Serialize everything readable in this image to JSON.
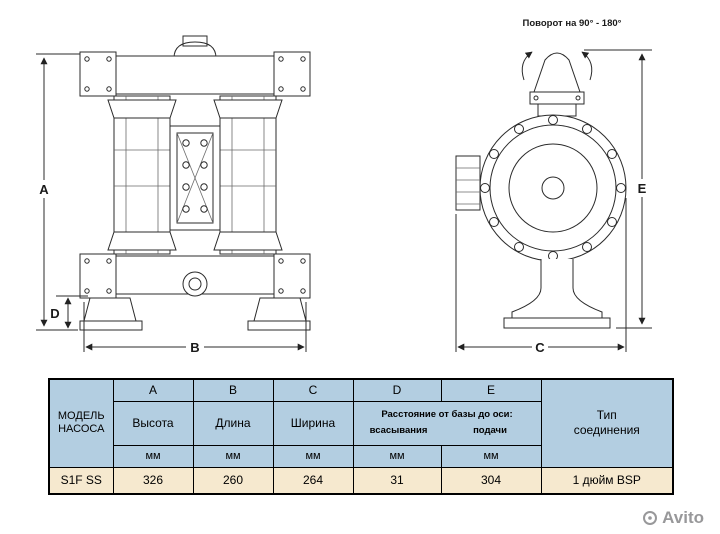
{
  "diagram": {
    "rotation_note": "Поворот на 90° - 180°",
    "dims": {
      "A": "A",
      "B": "B",
      "C": "C",
      "D": "D",
      "E": "E"
    }
  },
  "table": {
    "model_header": "МОДЕЛЬ НАСОСА",
    "type_header": "Тип соединения",
    "de_shared": "Расстояние от базы до оси:",
    "columns": [
      {
        "letter": "A",
        "desc": "Высота",
        "unit": "мм",
        "value": "326"
      },
      {
        "letter": "B",
        "desc": "Длина",
        "unit": "мм",
        "value": "260"
      },
      {
        "letter": "C",
        "desc": "Ширина",
        "unit": "мм",
        "value": "264"
      },
      {
        "letter": "D",
        "desc": "всасывания",
        "unit": "мм",
        "value": "31"
      },
      {
        "letter": "E",
        "desc": "подачи",
        "unit": "мм",
        "value": "304"
      }
    ],
    "row": {
      "model": "S1F SS",
      "type": "1 дюйм BSP"
    }
  },
  "watermark": {
    "text": "Avito"
  }
}
